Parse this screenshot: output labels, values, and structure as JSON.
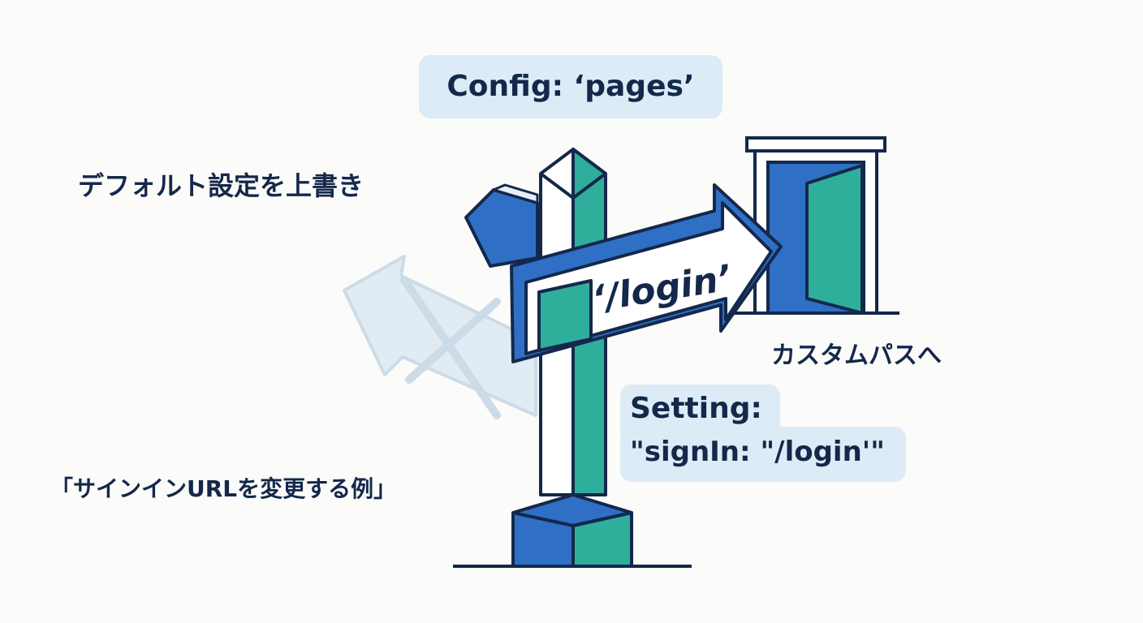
{
  "labels": {
    "config": "Config: ‘pages’",
    "override": "デフォルト設定を上書き",
    "custom_path": "カスタムパスへ",
    "example": "「サインインURLを変更する例」",
    "setting_line1": "Setting:",
    "setting_line2": "\"signIn: \"/login'\"",
    "sign_text": "‘/login’"
  },
  "colors": {
    "navy": "#14284b",
    "blue": "#2f6fc6",
    "teal": "#2fae9c",
    "pale_blue": "#dcebf5",
    "faded_arrow": "#c9dbea",
    "background": "#fbfbf9"
  },
  "icons": {
    "door": "open-door-icon",
    "arrow": "direction-arrow-icon",
    "crossed_arrow": "crossed-out-arrow-icon"
  }
}
